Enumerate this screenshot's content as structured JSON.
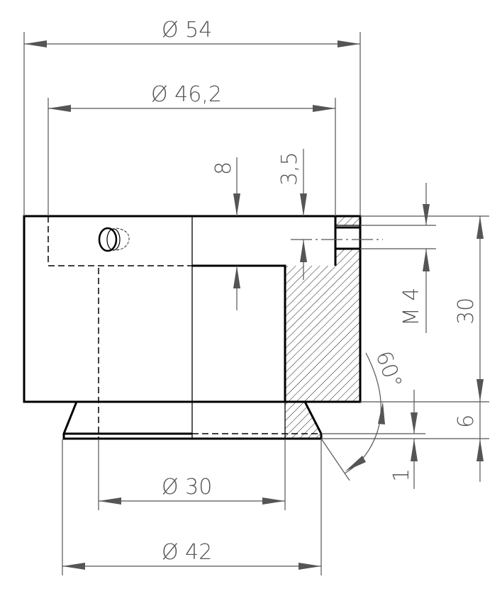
{
  "drawing": {
    "dimensions": {
      "dia_54": "Ø 54",
      "dia_46_2": "Ø 46,2",
      "dia_30": "Ø 30",
      "dia_42": "Ø 42",
      "depth_8": "8",
      "offset_3_5": "3,5",
      "thread_m4": "M 4",
      "height_30": "30",
      "height_6": "6",
      "height_1": "1",
      "angle_60": "60°"
    },
    "colors": {
      "outline": "#000000",
      "dimension": "#555555"
    }
  }
}
